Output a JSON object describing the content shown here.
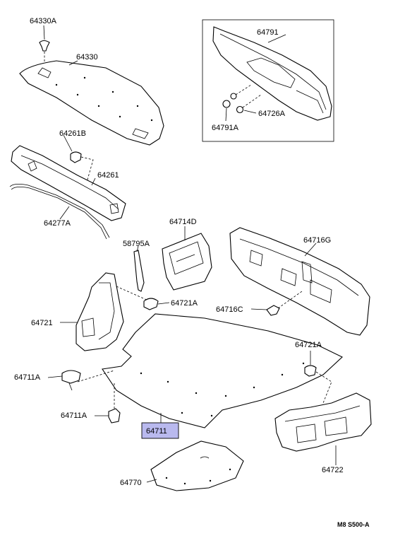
{
  "parts": {
    "p64330A": "64330A",
    "p64330": "64330",
    "p64791": "64791",
    "p64726A": "64726A",
    "p64791A": "64791A",
    "p64261B": "64261B",
    "p64261": "64261",
    "p64277A": "64277A",
    "p64714D": "64714D",
    "p58795A": "58795A",
    "p64716G": "64716G",
    "p64721A_1": "64721A",
    "p64716C": "64716C",
    "p64721": "64721",
    "p64721A_2": "64721A",
    "p64711A_1": "64711A",
    "p64711A_2": "64711A",
    "p64711": "64711",
    "p64722": "64722",
    "p64770": "64770"
  },
  "diagram_code": "M8 S500-A",
  "highlight_color": "#b9b9ee"
}
